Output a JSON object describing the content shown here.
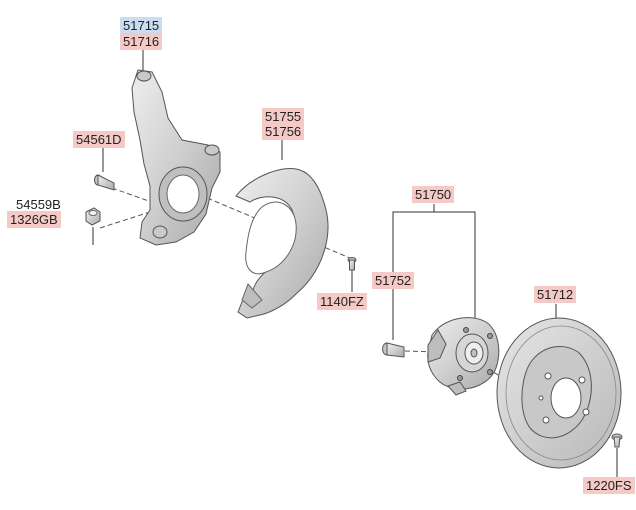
{
  "colors": {
    "highlight_pink": "#f5c9c6",
    "highlight_blue": "#c8dcf3",
    "part_fill": "#d7d7d7",
    "part_stroke": "#555555"
  },
  "labels": {
    "knuckle_lh": "51715",
    "knuckle_rh": "51716",
    "bolt_54561d": "54561D",
    "part_54559b": "54559B",
    "nut_1326gb": "1326GB",
    "cover_lh": "51755",
    "cover_rh": "51756",
    "screw_1140fz": "1140FZ",
    "hub_assy": "51750",
    "hub_bolt": "51752",
    "disc": "51712",
    "screw_1220fs": "1220FS"
  }
}
